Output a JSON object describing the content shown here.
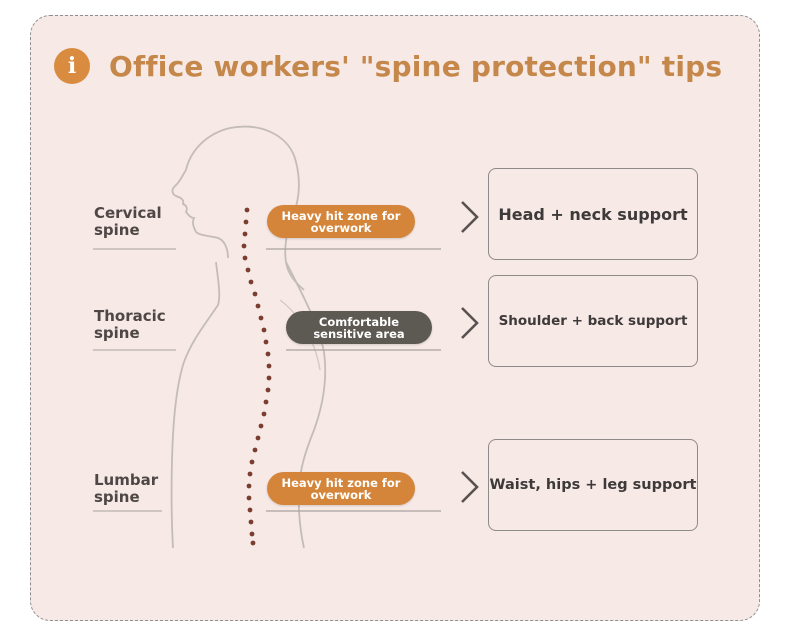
{
  "title": "Office workers' \"spine protection\" tips",
  "icon": {
    "name": "info-icon",
    "glyph": "i",
    "color": "#d98b3f"
  },
  "colors": {
    "card_bg": "#f6e9e6",
    "title": "#c5884a",
    "pill_orange": "#d4853a",
    "pill_dark": "#5d5a53",
    "dots": "#7a3e30"
  },
  "regions": [
    {
      "label": [
        "Cervical",
        "spine"
      ],
      "zone": [
        "Heavy hit zone for",
        "overwork"
      ],
      "zone_style": "orange",
      "support": "Head + neck support"
    },
    {
      "label": [
        "Thoracic",
        "spine"
      ],
      "zone": [
        "Comfortable",
        "sensitive area"
      ],
      "zone_style": "dark",
      "support": "Shoulder + back support"
    },
    {
      "label": [
        "Lumbar",
        "spine"
      ],
      "zone": [
        "Heavy hit zone for",
        "overwork"
      ],
      "zone_style": "orange",
      "support": "Waist, hips + leg support"
    }
  ]
}
